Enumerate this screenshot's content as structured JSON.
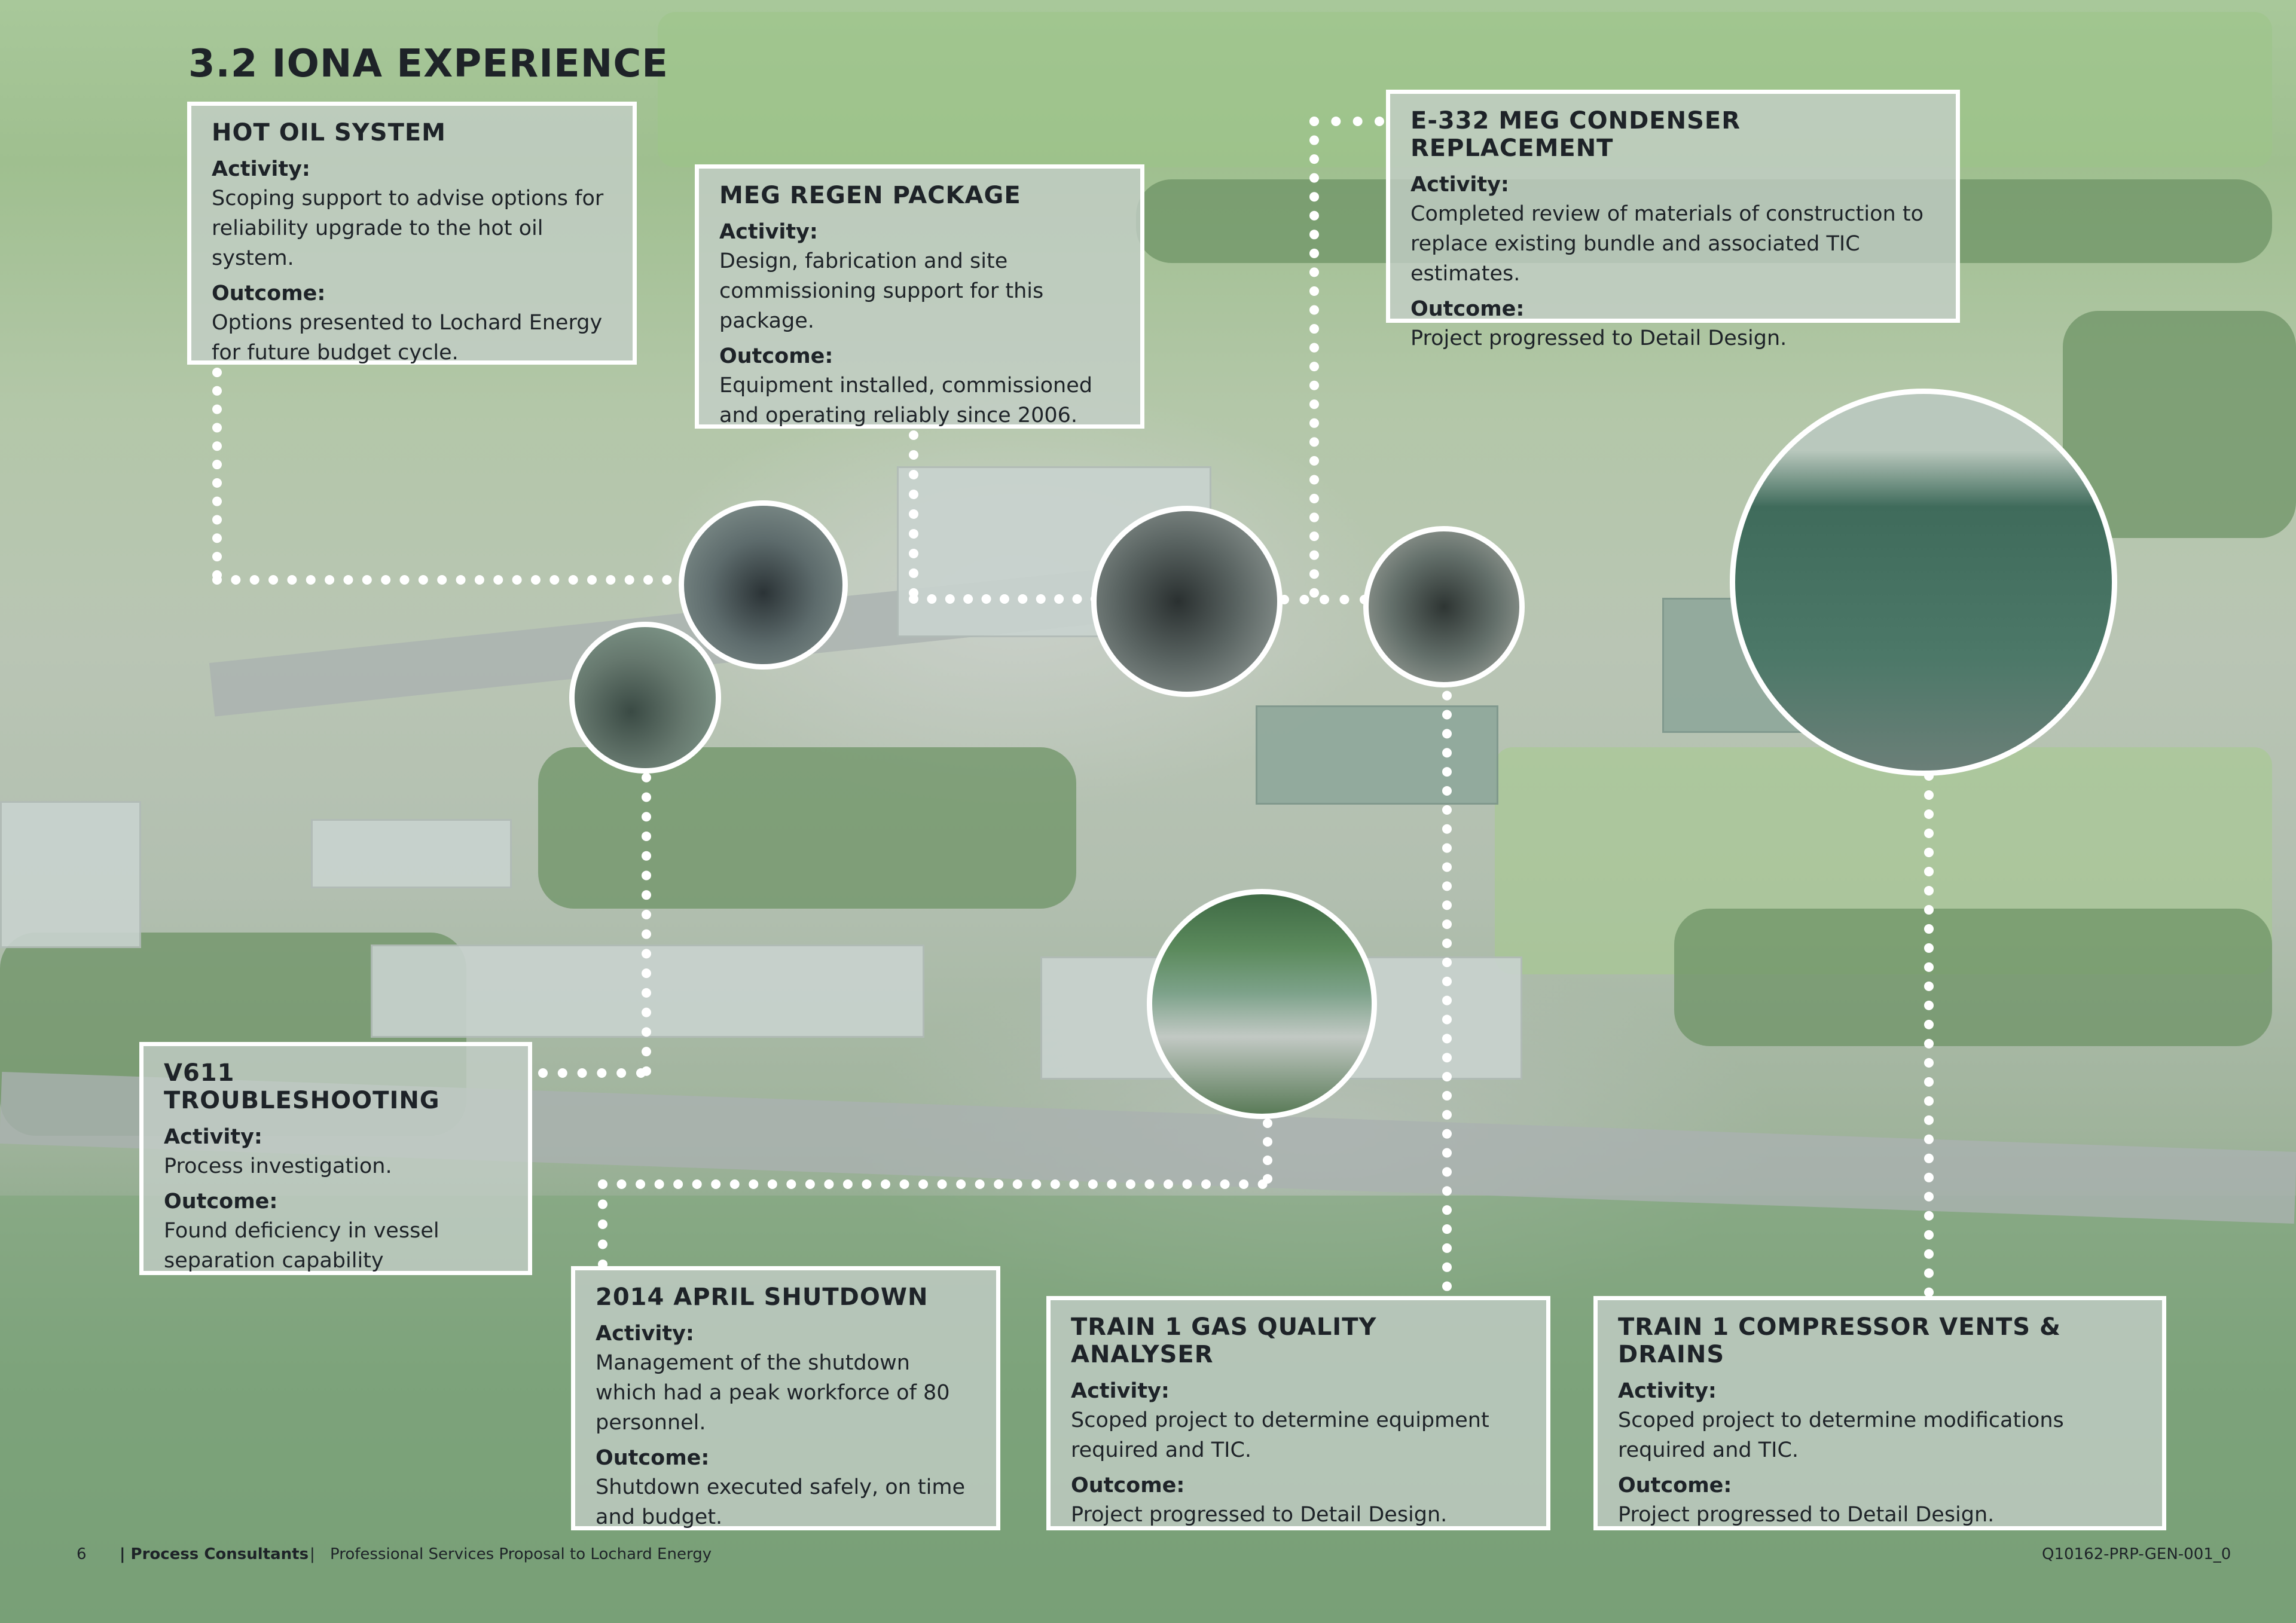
{
  "page_title": "3.2 IONA EXPERIENCE",
  "cards": {
    "hot_oil": {
      "title": "HOT OIL SYSTEM",
      "activity_label": "Activity:",
      "activity": "Scoping support to advise options for reliability upgrade to the hot oil system.",
      "outcome_label": "Outcome:",
      "outcome": "Options presented to Lochard Energy for future budget cycle."
    },
    "meg_regen": {
      "title": "MEG REGEN PACKAGE",
      "activity_label": "Activity:",
      "activity": "Design, fabrication and site commissioning support for this package.",
      "outcome_label": "Outcome:",
      "outcome": "Equipment installed, commissioned and operating reliably since 2006."
    },
    "e332": {
      "title": "E-332 MEG CONDENSER REPLACEMENT",
      "activity_label": "Activity:",
      "activity": "Completed review of materials of construction to replace existing bundle and associated TIC estimates.",
      "outcome_label": "Outcome:",
      "outcome": "Project progressed to Detail Design."
    },
    "v611": {
      "title": "V611 TROUBLESHOOTING",
      "activity_label": "Activity:",
      "activity": "Process investigation.",
      "outcome_label": "Outcome:",
      "outcome": "Found deficiency in vessel separation capability"
    },
    "shutdown": {
      "title": "2014 APRIL SHUTDOWN",
      "activity_label": "Activity:",
      "activity": "Management of the shutdown which had a peak workforce of 80 personnel.",
      "outcome_label": "Outcome:",
      "outcome": "Shutdown executed safely, on time and budget."
    },
    "gas_quality": {
      "title": "TRAIN 1 GAS QUALITY ANALYSER",
      "activity_label": "Activity:",
      "activity": "Scoped project to determine equipment required and TIC.",
      "outcome_label": "Outcome:",
      "outcome": "Project progressed to Detail Design."
    },
    "compressor": {
      "title": "TRAIN 1 COMPRESSOR VENTS & DRAINS",
      "activity_label": "Activity:",
      "activity": "Scoped project to determine modifications required and TIC.",
      "outcome_label": "Outcome:",
      "outcome": "Project progressed to Detail Design."
    }
  },
  "footer": {
    "page_number": "6",
    "company": "| Process Consultants",
    "separator": "|",
    "doc_title": "Professional Services Proposal to Lochard Energy",
    "doc_code": "Q10162-PRP-GEN-001_0"
  }
}
